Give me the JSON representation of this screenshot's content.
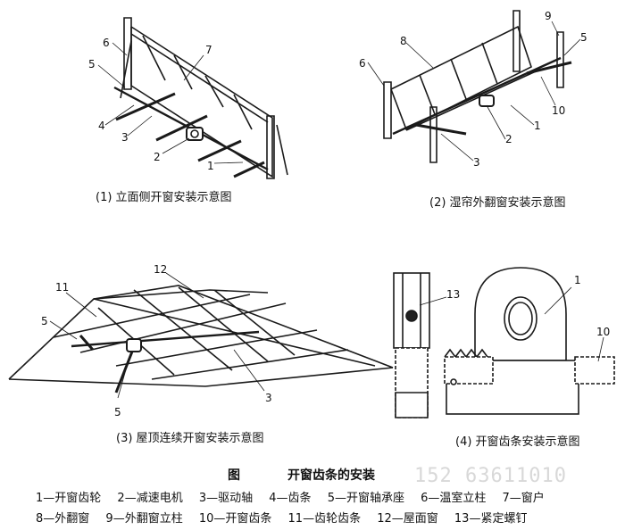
{
  "subfigures": [
    {
      "id": "1",
      "caption": "(1) 立面侧开窗安装示意图",
      "labels": [
        "1",
        "2",
        "3",
        "4",
        "5",
        "6",
        "7"
      ]
    },
    {
      "id": "2",
      "caption": "(2) 湿帘外翻窗安装示意图",
      "labels": [
        "1",
        "2",
        "3",
        "5",
        "6",
        "8",
        "9",
        "10"
      ]
    },
    {
      "id": "3",
      "caption": "(3) 屋顶连续开窗安装示意图",
      "labels": [
        "3",
        "5",
        "5",
        "11",
        "12"
      ]
    },
    {
      "id": "4",
      "caption": "(4) 开窗齿条安装示意图",
      "labels": [
        "1",
        "10",
        "13"
      ]
    }
  ],
  "figure": {
    "prefix": "图",
    "title": "开窗齿条的安装"
  },
  "legend": [
    [
      "1—开窗齿轮",
      "2—减速电机",
      "3—驱动轴",
      "4—齿条",
      "5—开窗轴承座",
      "6—温室立柱",
      "7—窗户"
    ],
    [
      "8—外翻窗",
      "9—外翻窗立柱",
      "10—开窗齿条",
      "11—齿轮齿条",
      "12—屋面窗",
      "13—紧定螺钉"
    ]
  ],
  "watermark": "152 63611010"
}
